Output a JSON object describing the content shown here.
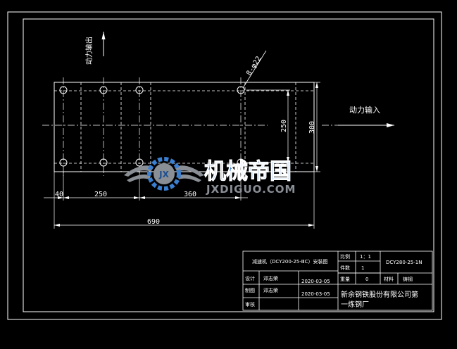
{
  "labels": {
    "power_output": "动力输出",
    "power_input": "动力输入",
    "hole_diameter": "8-φ22"
  },
  "dimensions": {
    "d40": "40",
    "d250_h": "250",
    "d360": "360",
    "d690": "690",
    "d250_v": "250",
    "d300_v": "300"
  },
  "watermark": {
    "cn": "机械帝国",
    "en": "JXDIGUO.COM",
    "logo": "JX"
  },
  "title_block": {
    "drawing_title": "减速机（DCY200-25-ⅢC）安装图",
    "scale_label": "比例",
    "scale_value": "1：1",
    "pieces_label": "件数",
    "pieces_value": "1",
    "drawing_number": "DCY280-25-1N",
    "weight_label": "重量",
    "weight_value": "0",
    "material_label": "材料",
    "material_value": "铸钢",
    "design_label": "设计",
    "design_name": "邓志荣",
    "design_date": "2020-03-05",
    "draw_label": "制图",
    "draw_name": "邓志荣",
    "draw_date": "2020-03-05",
    "review_label": "审核",
    "company_line1": "新余钢铁股份有限公司第",
    "company_line2": "一炼钢厂"
  },
  "colors": {
    "background": "#000000",
    "lines": "#ffffff",
    "watermark_blue": "#3a7fd0",
    "watermark_gray": "#8a8f96"
  }
}
